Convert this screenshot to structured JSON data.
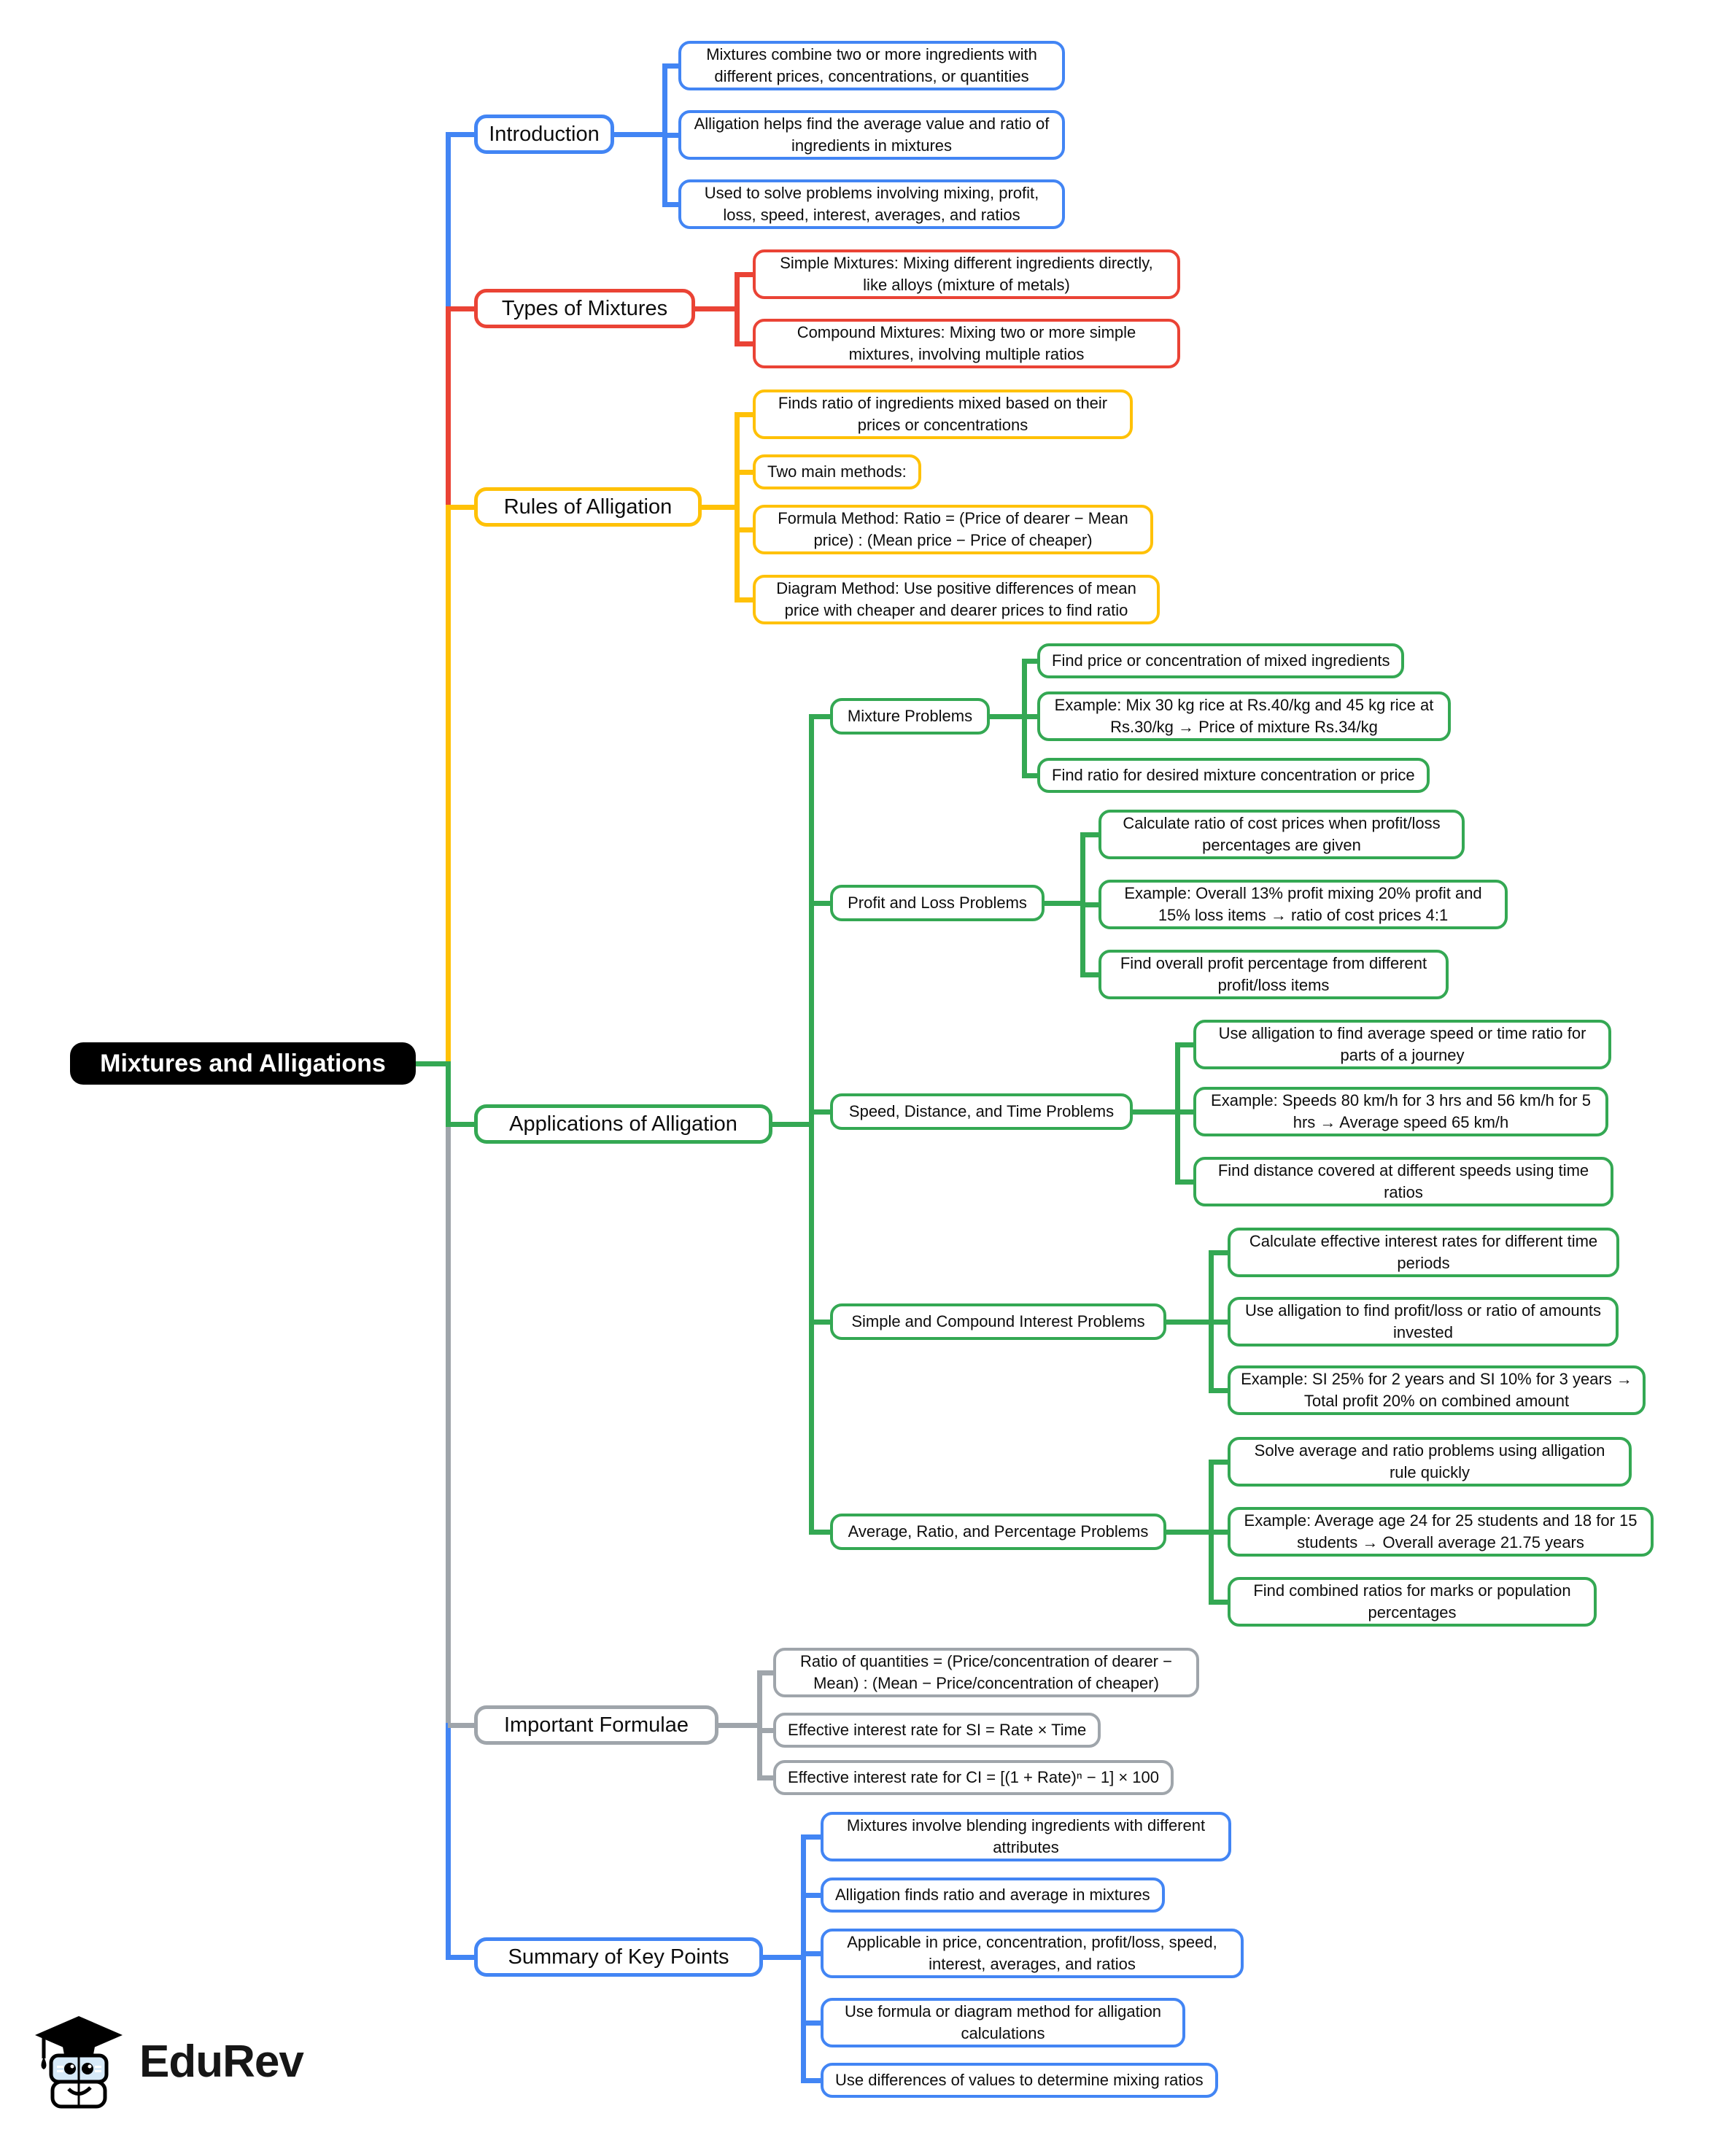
{
  "palette": {
    "blue": "#4285F4",
    "red": "#EA4335",
    "yellow": "#FFC107",
    "green": "#34A853",
    "gray": "#9FA5AB",
    "black": "#000000"
  },
  "root": {
    "id": "root",
    "label": "Mixtures and Alligations"
  },
  "branches": [
    {
      "id": "introduction",
      "label": "Introduction",
      "color": "blue",
      "children": [
        {
          "id": "introduction-0",
          "label": "Mixtures combine two or more ingredients with different prices, concentrations, or quantities"
        },
        {
          "id": "introduction-1",
          "label": "Alligation helps find the average value and ratio of ingredients in mixtures"
        },
        {
          "id": "introduction-2",
          "label": "Used to solve problems involving mixing, profit, loss, speed, interest, averages, and ratios"
        }
      ]
    },
    {
      "id": "types",
      "label": "Types of Mixtures",
      "color": "red",
      "children": [
        {
          "id": "types-0",
          "label": "Simple Mixtures: Mixing different ingredients directly, like alloys (mixture of metals)"
        },
        {
          "id": "types-1",
          "label": "Compound Mixtures: Mixing two or more simple mixtures, involving multiple ratios"
        }
      ]
    },
    {
      "id": "rules",
      "label": "Rules of Alligation",
      "color": "yellow",
      "children": [
        {
          "id": "rules-0",
          "label": "Finds ratio of ingredients mixed based on their prices or concentrations"
        },
        {
          "id": "rules-1",
          "label": "Two main methods:"
        },
        {
          "id": "rules-2",
          "label": "Formula Method: Ratio = (Price of dearer − Mean price) : (Mean price − Price of cheaper)"
        },
        {
          "id": "rules-3",
          "label": "Diagram Method: Use positive differences of mean price with cheaper and dearer prices to find ratio"
        }
      ]
    },
    {
      "id": "applications",
      "label": "Applications of Alligation",
      "color": "green",
      "children": [
        {
          "id": "mixture",
          "label": "Mixture Problems",
          "children": [
            {
              "id": "mixture-0",
              "label": "Find price or concentration of mixed ingredients"
            },
            {
              "id": "mixture-1",
              "label": "Example: Mix 30 kg rice at Rs.40/kg and 45 kg rice at Rs.30/kg → Price of mixture Rs.34/kg"
            },
            {
              "id": "mixture-2",
              "label": "Find ratio for desired mixture concentration or price"
            }
          ]
        },
        {
          "id": "profit",
          "label": "Profit and Loss Problems",
          "children": [
            {
              "id": "profit-0",
              "label": "Calculate ratio of cost prices when profit/loss percentages are given"
            },
            {
              "id": "profit-1",
              "label": "Example: Overall 13% profit mixing 20% profit and 15% loss items → ratio of cost prices 4:1"
            },
            {
              "id": "profit-2",
              "label": "Find overall profit percentage from different profit/loss items"
            }
          ]
        },
        {
          "id": "speed",
          "label": "Speed, Distance, and Time Problems",
          "children": [
            {
              "id": "speed-0",
              "label": "Use alligation to find average speed or time ratio for parts of a journey"
            },
            {
              "id": "speed-1",
              "label": "Example: Speeds 80 km/h for 3 hrs and 56 km/h for 5 hrs → Average speed 65 km/h"
            },
            {
              "id": "speed-2",
              "label": "Find distance covered at different speeds using time ratios"
            }
          ]
        },
        {
          "id": "interest",
          "label": "Simple and Compound Interest Problems",
          "children": [
            {
              "id": "interest-0",
              "label": "Calculate effective interest rates for different time periods"
            },
            {
              "id": "interest-1",
              "label": "Use alligation to find profit/loss or ratio of amounts invested"
            },
            {
              "id": "interest-2",
              "label": "Example: SI 25% for 2 years and SI 10% for 3 years → Total profit 20% on combined amount"
            }
          ]
        },
        {
          "id": "average",
          "label": "Average, Ratio, and Percentage Problems",
          "children": [
            {
              "id": "average-0",
              "label": "Solve average and ratio problems using alligation rule quickly"
            },
            {
              "id": "average-1",
              "label": "Example: Average age 24 for 25 students and 18 for 15 students → Overall average 21.75 years"
            },
            {
              "id": "average-2",
              "label": "Find combined ratios for marks or population percentages"
            }
          ]
        }
      ]
    },
    {
      "id": "formulae",
      "label": "Important Formulae",
      "color": "gray",
      "children": [
        {
          "id": "formulae-0",
          "label": "Ratio of quantities = (Price/concentration of dearer − Mean) : (Mean − Price/concentration of cheaper)"
        },
        {
          "id": "formulae-1",
          "label": "Effective interest rate for SI = Rate × Time"
        },
        {
          "id": "formulae-2",
          "label": "Effective interest rate for CI = [(1 + Rate)ⁿ − 1] × 100"
        }
      ]
    },
    {
      "id": "summary",
      "label": "Summary of Key Points",
      "color": "blue",
      "children": [
        {
          "id": "summary-0",
          "label": "Mixtures involve blending ingredients with different attributes"
        },
        {
          "id": "summary-1",
          "label": "Alligation finds ratio and average in mixtures"
        },
        {
          "id": "summary-2",
          "label": "Applicable in price, concentration, profit/loss, speed, interest, averages, and ratios"
        },
        {
          "id": "summary-3",
          "label": "Use formula or diagram method for alligation calculations"
        },
        {
          "id": "summary-4",
          "label": "Use differences of values to determine mixing ratios"
        }
      ]
    }
  ],
  "brand": {
    "name": "EduRev"
  }
}
